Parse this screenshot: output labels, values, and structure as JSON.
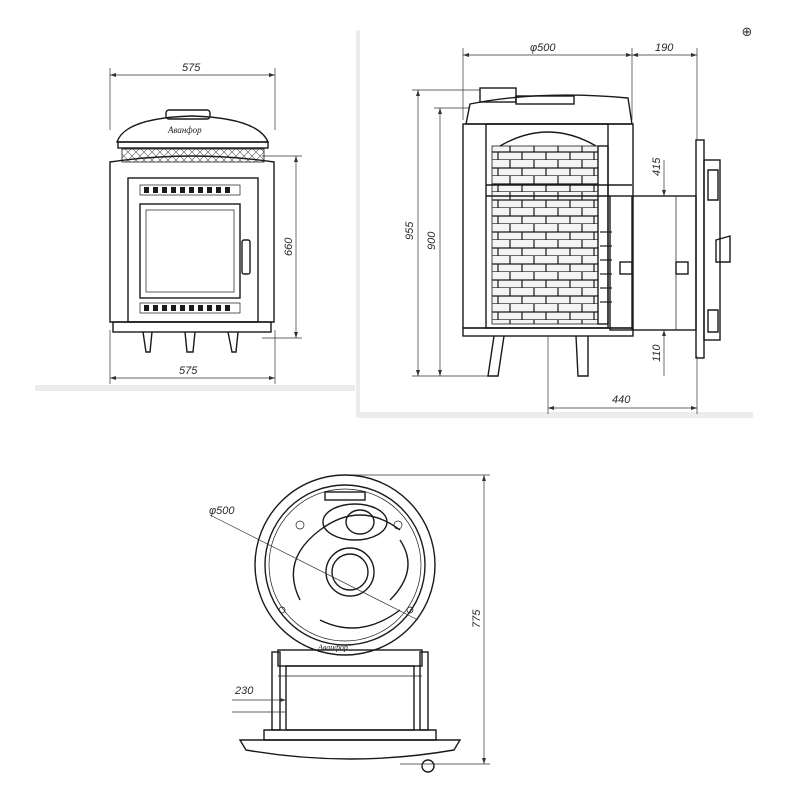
{
  "front_view": {
    "width_top": "575",
    "width_bottom": "575",
    "height_door": "660",
    "logo": "Аванфор"
  },
  "side_view": {
    "diameter": "φ500",
    "chimney_offset": "190",
    "height_total": "955",
    "height_body": "900",
    "door_height": "415",
    "tunnel_base": "110",
    "tunnel_length": "440"
  },
  "top_view": {
    "diameter": "φ500",
    "length": "775",
    "tunnel_width": "230",
    "logo": "Аванфор"
  },
  "toolbar": {
    "zoom_icon": "⊕"
  }
}
